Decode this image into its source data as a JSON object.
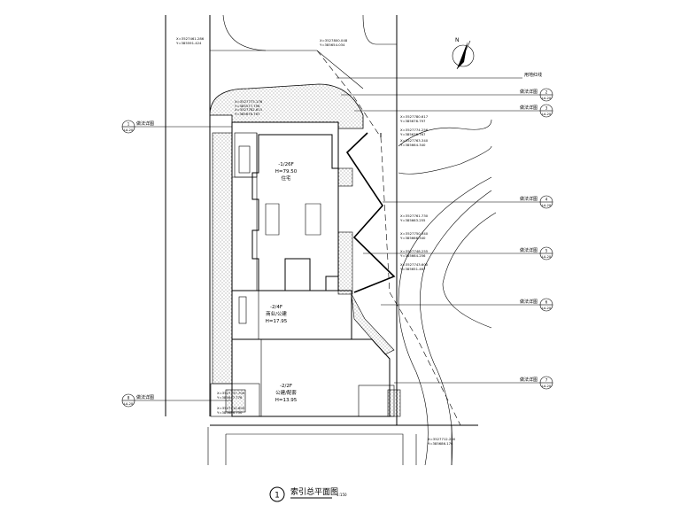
{
  "title": {
    "number": "1",
    "text": "索引总平面图",
    "scale": "1:150"
  },
  "road_label": "用地红线",
  "section_callouts": [
    {
      "label": "做法详图",
      "ref_top": "1",
      "ref_bottom": "LA-20"
    },
    {
      "label": "做法详图",
      "ref_top": "2",
      "ref_bottom": "LA-20"
    },
    {
      "label": "做法详图",
      "ref_top": "3",
      "ref_bottom": "LA-20"
    },
    {
      "label": "做法详图",
      "ref_top": "4",
      "ref_bottom": "LA-20"
    },
    {
      "label": "做法详图",
      "ref_top": "5",
      "ref_bottom": "LA-20"
    },
    {
      "label": "做法详图",
      "ref_top": "6",
      "ref_bottom": "LA-20"
    },
    {
      "label": "做法详图",
      "ref_top": "7",
      "ref_bottom": "LA-20"
    },
    {
      "label": "做法详图",
      "ref_top": "8",
      "ref_bottom": "LA-20"
    }
  ],
  "buildings": [
    {
      "floor": "-1/26F",
      "elev": "H=79.50",
      "name": "住宅"
    },
    {
      "floor": "-2/4F",
      "name": "商业/公建",
      "elev": "H=17.95"
    },
    {
      "floor": "-2/2F",
      "name": "公建/配套",
      "elev": "H=13.95"
    }
  ],
  "coordinates": [
    {
      "x": "X=3527461.286",
      "y": "Y=385591.424"
    },
    {
      "x": "X=3527800.048",
      "y": "Y=385654.034"
    },
    {
      "x": "X=3527773.176",
      "y": "Y=385577.756"
    },
    {
      "x": "X=3527782.615",
      "y": "Y=385676.767"
    },
    {
      "x": "X=3527780.617",
      "y": "Y=385676.797"
    },
    {
      "x": "X=3527774.256",
      "y": "Y=385676.767"
    },
    {
      "x": "X=3527763.340",
      "y": "Y=385664.340"
    },
    {
      "x": "X=3527761.730",
      "y": "Y=385663.255"
    },
    {
      "x": "X=3527750.340",
      "y": "Y=385666.340"
    },
    {
      "x": "X=3527748.255",
      "y": "Y=385664.256"
    },
    {
      "x": "X=3527743.600",
      "y": "Y=385651.467"
    },
    {
      "x": "X=3527737.700",
      "y": "Y=385647.776"
    },
    {
      "x": "X=3527712.600",
      "y": "Y=385686.750"
    },
    {
      "x": "X=3527712.200",
      "y": "Y=385686.176"
    }
  ]
}
